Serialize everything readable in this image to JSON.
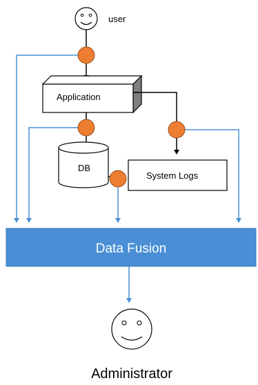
{
  "nodes": {
    "user": "user",
    "application": "Application",
    "db": "DB",
    "system_logs": "System Logs",
    "data_fusion": "Data Fusion",
    "administrator": "Administrator"
  },
  "colors": {
    "fusion_fill": "#4a8fd6",
    "blue_line": "#4a8fd6",
    "orange_dot": "#ed7d31",
    "black": "#000000"
  }
}
